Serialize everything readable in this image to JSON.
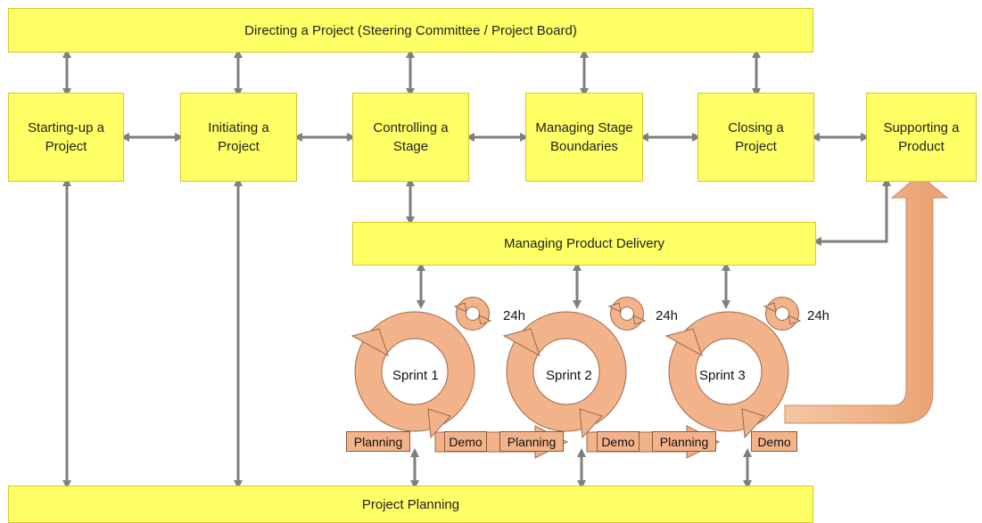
{
  "top_box": {
    "label": "Directing a Project (Steering Committee / Project Board)"
  },
  "processes": [
    {
      "line1": "Starting-up a",
      "line2": "Project"
    },
    {
      "line1": "Initiating a",
      "line2": "Project"
    },
    {
      "line1": "Controlling a",
      "line2": "Stage"
    },
    {
      "line1": "Managing Stage",
      "line2": "Boundaries"
    },
    {
      "line1": "Closing a",
      "line2": "Project"
    },
    {
      "line1": "Supporting a",
      "line2": "Product"
    }
  ],
  "delivery_box": {
    "label": "Managing Product Delivery"
  },
  "planning_box": {
    "label": "Project Planning"
  },
  "sprints": [
    {
      "name": "Sprint 1",
      "daily": "24h",
      "planning": "Planning",
      "demo": "Demo"
    },
    {
      "name": "Sprint 2",
      "daily": "24h",
      "planning": "Planning",
      "demo": "Demo"
    },
    {
      "name": "Sprint 3",
      "daily": "24h",
      "planning": "Planning",
      "demo": "Demo"
    }
  ],
  "colors": {
    "box_fill": "#ffff66",
    "arrow": "#7f7f7f",
    "sprint_fill": "#f3b38a",
    "sprint_stroke": "#9a6a4e"
  }
}
